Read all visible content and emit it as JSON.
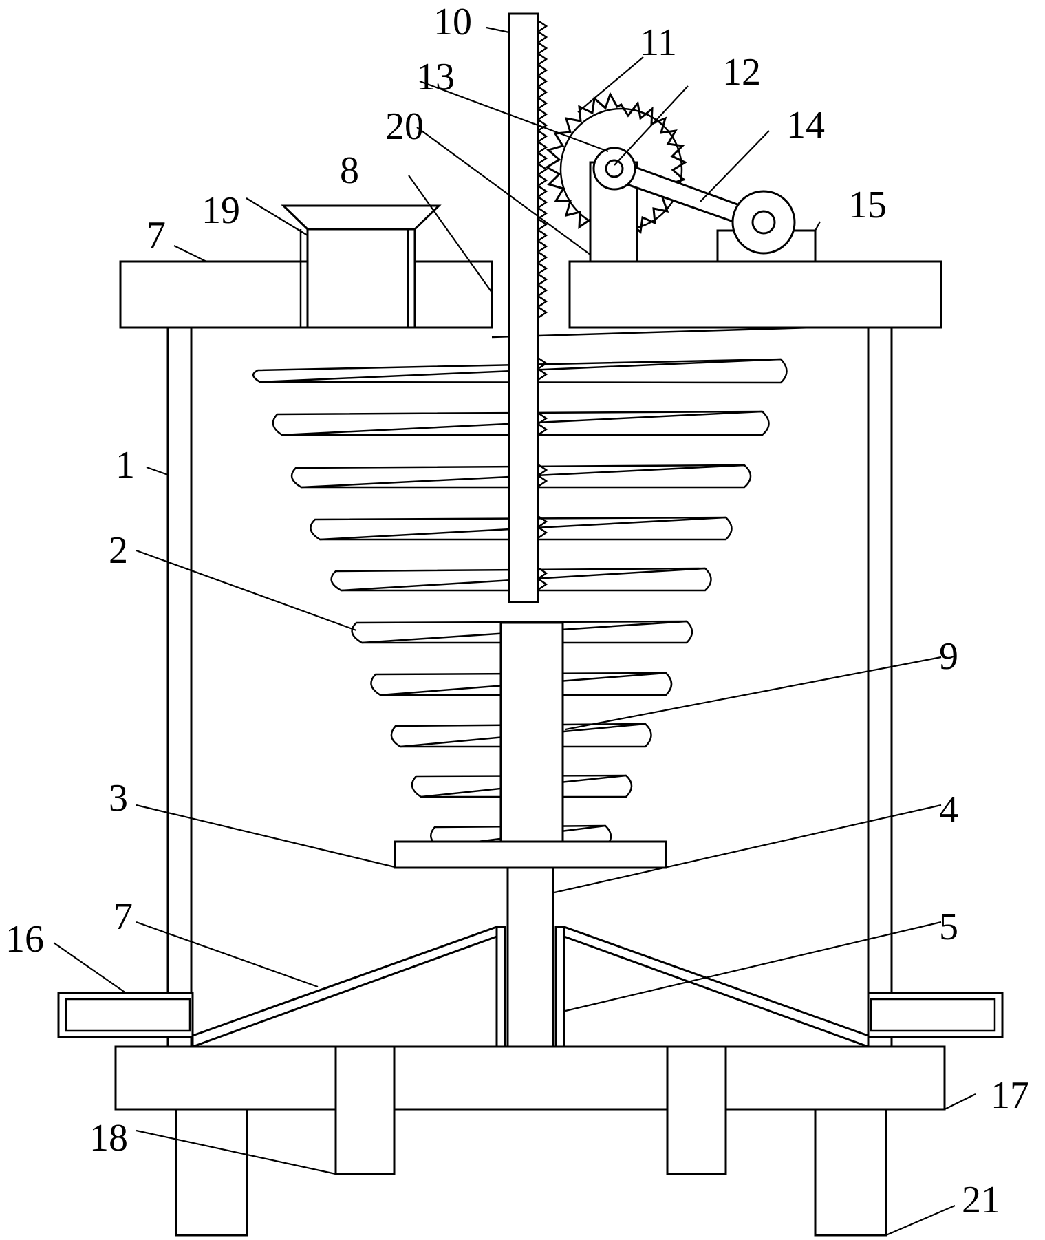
{
  "diagram": {
    "labels": [
      "1",
      "2",
      "3",
      "4",
      "5",
      "7",
      "7",
      "8",
      "9",
      "10",
      "11",
      "12",
      "13",
      "14",
      "15",
      "16",
      "17",
      "18",
      "19",
      "20",
      "21"
    ]
  },
  "colors": {
    "line": "#000000",
    "background": "#ffffff"
  }
}
